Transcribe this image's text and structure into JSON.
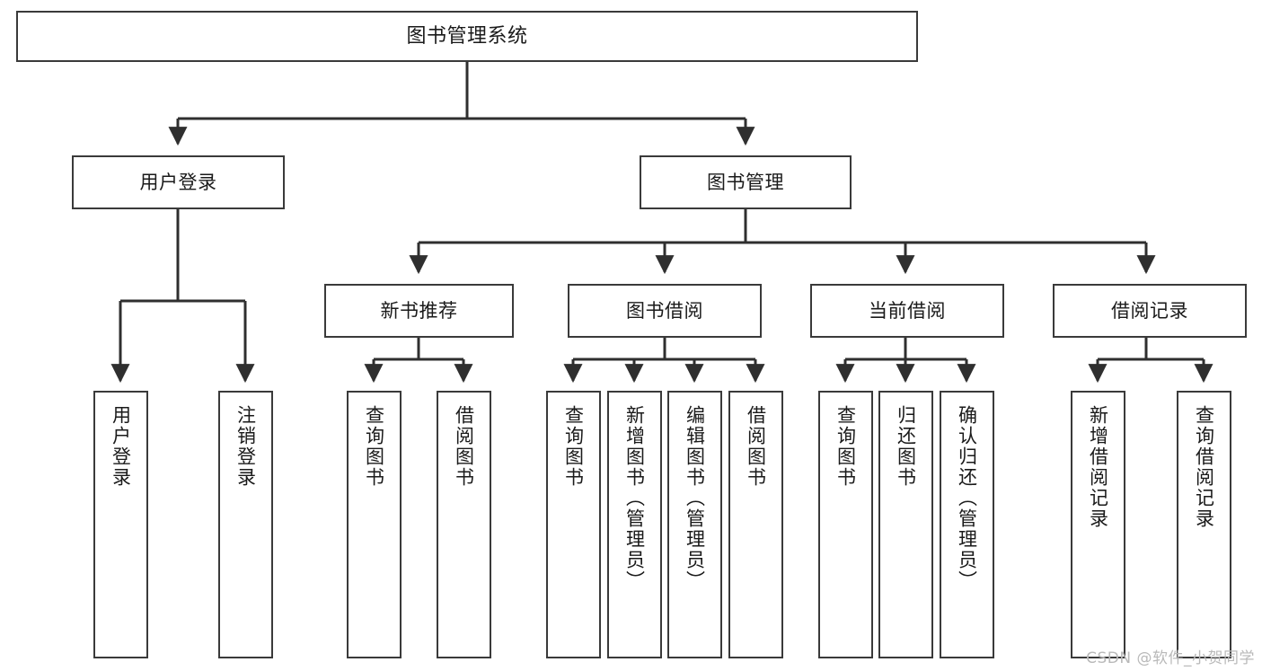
{
  "diagram": {
    "title": "图书管理系统",
    "type": "tree",
    "watermark": "CSDN @软件_小贺同学",
    "colors": {
      "box_border": "#3a3a3a",
      "box_fill": "#ffffff",
      "connector": "#2f2f2f",
      "text": "#1a1a1a",
      "watermark": "#b9b9b9"
    },
    "nodes": {
      "root": {
        "label": "图书管理系统"
      },
      "level2": [
        {
          "id": "user-login",
          "label": "用户登录"
        },
        {
          "id": "book-manage",
          "label": "图书管理"
        }
      ],
      "level3": [
        {
          "id": "new-book-recommend",
          "label": "新书推荐"
        },
        {
          "id": "book-borrow",
          "label": "图书借阅"
        },
        {
          "id": "current-borrow",
          "label": "当前借阅"
        },
        {
          "id": "borrow-record",
          "label": "借阅记录"
        }
      ],
      "leaves": {
        "user-login": [
          {
            "id": "leaf-user-login",
            "label": "用户登录"
          },
          {
            "id": "leaf-logout",
            "label": "注销登录"
          }
        ],
        "new-book-recommend": [
          {
            "id": "leaf-query-book-1",
            "label": "查询图书"
          },
          {
            "id": "leaf-borrow-book-1",
            "label": "借阅图书"
          }
        ],
        "book-borrow": [
          {
            "id": "leaf-query-book-2",
            "label": "查询图书"
          },
          {
            "id": "leaf-add-book",
            "label": "新增图书（管理员）"
          },
          {
            "id": "leaf-edit-book",
            "label": "编辑图书（管理员）"
          },
          {
            "id": "leaf-borrow-book-2",
            "label": "借阅图书"
          }
        ],
        "current-borrow": [
          {
            "id": "leaf-query-book-3",
            "label": "查询图书"
          },
          {
            "id": "leaf-return-book",
            "label": "归还图书"
          },
          {
            "id": "leaf-confirm-return",
            "label": "确认归还（管理员）"
          }
        ],
        "borrow-record": [
          {
            "id": "leaf-add-record",
            "label": "新增借阅记录"
          },
          {
            "id": "leaf-query-record",
            "label": "查询借阅记录"
          }
        ]
      }
    }
  }
}
